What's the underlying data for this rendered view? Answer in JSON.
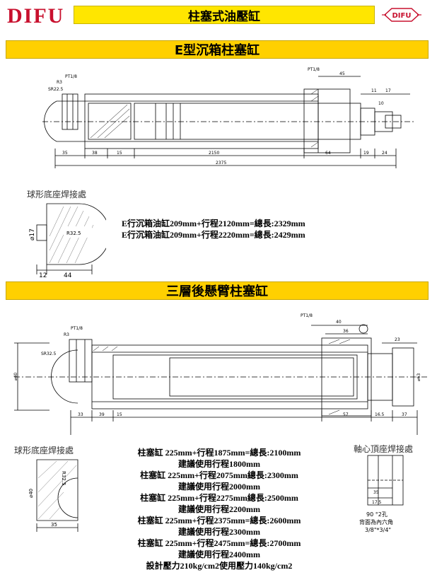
{
  "header": {
    "brand": "DIFU",
    "title": "柱塞式油壓缸",
    "logo_text": "DIFU"
  },
  "section1": {
    "title": "E型沉箱柱塞缸",
    "drawing_labels": {
      "port": "PT1/8",
      "r3": "R3",
      "sr": "SR22.5",
      "d45": "45",
      "d11": "11",
      "d17": "17",
      "d10": "10",
      "d35": "35",
      "d38": "38",
      "d15": "15",
      "d2150": "2150",
      "d64": "64",
      "d19": "19",
      "d24": "24",
      "d2375": "2375"
    },
    "weld_title": "球形底座焊接處",
    "weld_dims": {
      "dia": "⌀17",
      "radius": "R32.5",
      "w12": "12",
      "w44": "44"
    },
    "specs": [
      "E行沉箱油缸209mm+行程2120mm=總長:2329mm",
      "E行沉箱油缸209mm+行程2220mm=總長:2429mm"
    ]
  },
  "section2": {
    "title": "三層後懸臂柱塞缸",
    "drawing_labels": {
      "port": "PT1/8",
      "r3": "R3",
      "sr": "SR32.5",
      "d40": "40",
      "d36": "36",
      "d23": "23",
      "d33": "33",
      "d39": "39",
      "d15": "15",
      "d57": "57",
      "d165": "16.5",
      "d37": "37",
      "dia_left": "⌀40",
      "dia_right": "⌀63"
    },
    "weld_title": "球形底座焊接處",
    "weld_dims": {
      "radius": "R32.5",
      "dia": "⌀40",
      "w35": "35"
    },
    "top_weld_title": "軸心頂座焊接處",
    "top_weld_dims": {
      "d35": "35",
      "d175": "17.5",
      "note1": "90 °2孔",
      "note2": "背面為內六角",
      "note3": "3/8\"*3/4\""
    },
    "specs": [
      "柱塞缸 225mm+行程1875mm=總長:2100mm",
      "建議使用行程1800mm",
      "柱塞缸 225mm+行程2075mm總長:2300mm",
      "建議使用行程2000mm",
      "柱塞缸 225mm+行程2275mm總長:2500mm",
      "建議使用行程2200mm",
      "柱塞缸 225mm+行程2375mm=總長:2600mm",
      "建議使用行程2300mm",
      "柱塞缸 225mm+行程2475mm=總長:2700mm",
      "建議使用行程2400mm",
      "設計壓力210kg/cm2使用壓力140kg/cm2"
    ]
  },
  "colors": {
    "brand_red": "#c8102e",
    "title_yellow": "#ffe600",
    "section_yellow": "#ffd000"
  }
}
